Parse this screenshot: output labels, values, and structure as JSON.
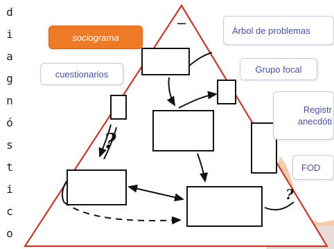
{
  "vertical_word": [
    "d",
    "i",
    "a",
    "g",
    "n",
    "ó",
    "s",
    "t",
    "i",
    "c",
    "o"
  ],
  "techniques": {
    "sociograma": "sociograma",
    "cuestionarios": "cuestionarios",
    "arbol": "Árbol de problemas",
    "grupo_focal": "Grupo focal",
    "registro_line1": "Registr",
    "registro_line2": "anecdóti",
    "foda": "FOD"
  },
  "diagram": {
    "minus_sign": "–",
    "question_marks": [
      "?",
      "?"
    ]
  },
  "colors": {
    "triangle_outline": "#c0392b",
    "pill_text": "#4a4fa3",
    "pill_border": "#c6c9e6",
    "highlight_pill": "#ee7a28"
  }
}
